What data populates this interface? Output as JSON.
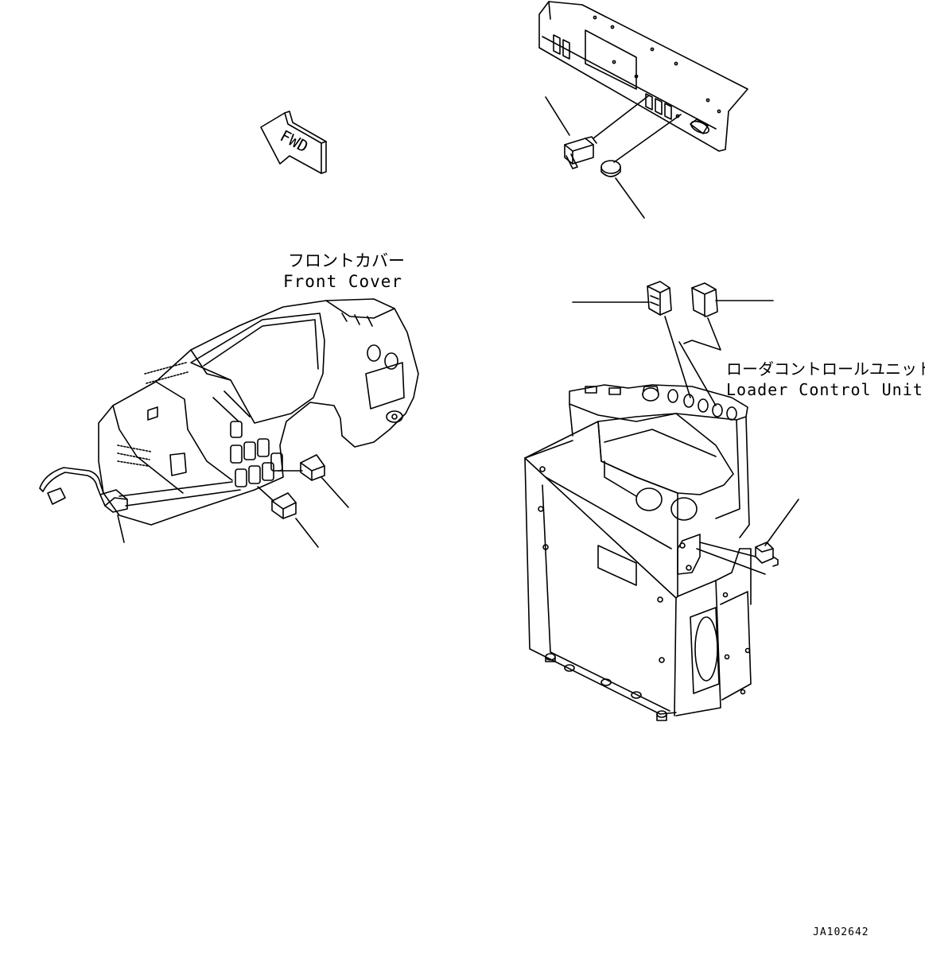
{
  "direction_arrow": {
    "label": "FWD"
  },
  "front_cover": {
    "label_jp": "フロントカバー",
    "label_en": "Front Cover"
  },
  "loader_control_unit": {
    "label_jp": "ローダコントロールユニット",
    "label_en": "Loader Control Unit"
  },
  "drawing_id": "JA102642"
}
